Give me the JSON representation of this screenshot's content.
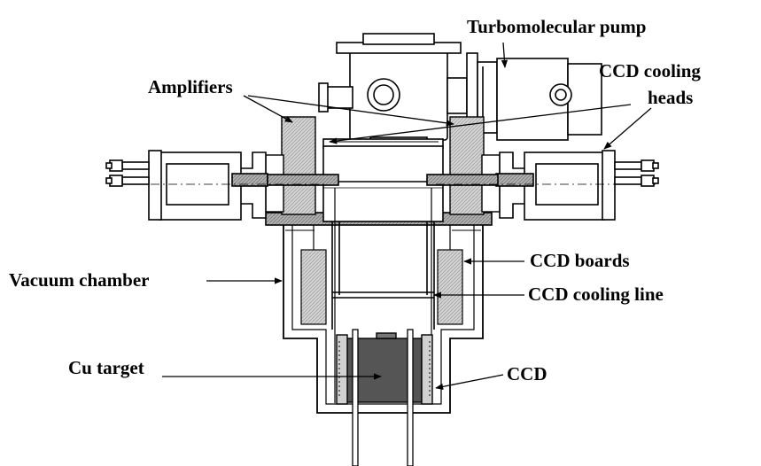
{
  "labels": {
    "turbo_pump": "Turbomolecular pump",
    "ccd_cooling_heads_line1": "CCD cooling",
    "ccd_cooling_heads_line2": "heads",
    "amplifiers": "Amplifiers",
    "vacuum_chamber": "Vacuum chamber",
    "ccd_boards": "CCD boards",
    "ccd_cooling_line": "CCD cooling line",
    "cu_target": "Cu target",
    "ccd": "CCD"
  },
  "colors": {
    "outline": "#000000",
    "light_hatch": "#c8c8c8",
    "mid_grey": "#9a9a9a",
    "dark_block": "#555555",
    "background": "#ffffff"
  }
}
